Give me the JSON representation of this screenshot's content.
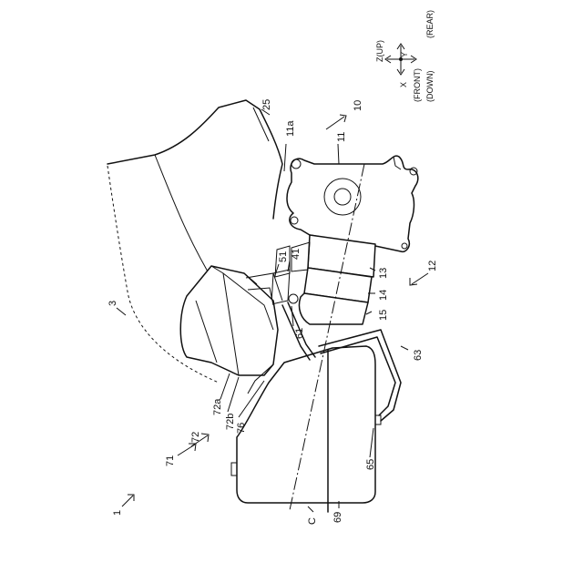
{
  "axes": {
    "z": "Z(UP)",
    "y": "Y",
    "x": "X",
    "rear": "(REAR)",
    "front": "(FRONT)",
    "down": "(DOWN)"
  },
  "labels": {
    "n1": "1",
    "n3": "3",
    "n10": "10",
    "n11": "11",
    "n11a": "11a",
    "n12": "12",
    "n13": "13",
    "n14": "14",
    "n15": "15",
    "n25": "25",
    "n41": "41",
    "n51": "51",
    "n61": "61",
    "n63": "63",
    "n65": "65",
    "n69": "69",
    "n71": "71",
    "n72": "72",
    "n72a": "72a",
    "n72b": "72b",
    "n76": "76",
    "c": "C"
  }
}
